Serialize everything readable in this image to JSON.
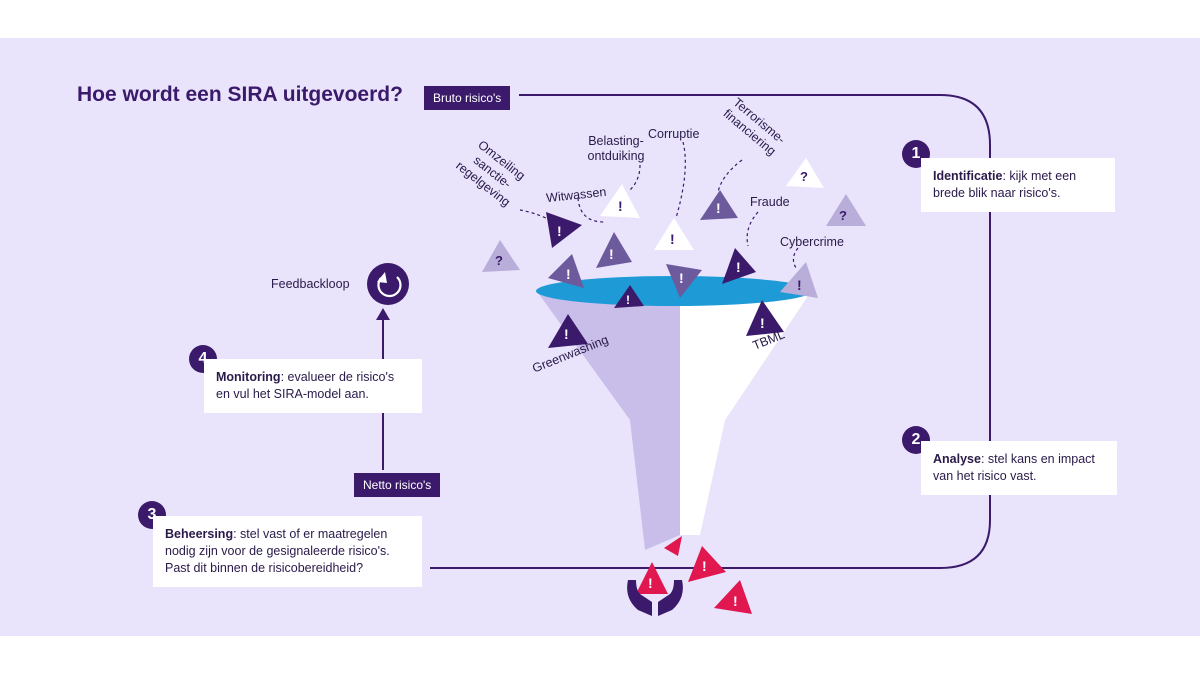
{
  "title": "Hoe wordt een SIRA uitgevoerd?",
  "tags": {
    "bruto": "Bruto risico's",
    "netto": "Netto risico's"
  },
  "feedback_label": "Feedbackloop",
  "steps": [
    {
      "number": "1",
      "heading": "Identificatie",
      "text": ": kijk met een brede blik naar risico's."
    },
    {
      "number": "2",
      "heading": "Analyse",
      "text": ": stel kans en impact van het risico vast."
    },
    {
      "number": "3",
      "heading": "Beheersing",
      "text": ": stel vast of er maatregelen nodig zijn voor de gesignaleerde risico's. Past dit binnen de risicobereidheid?"
    },
    {
      "number": "4",
      "heading": "Monitoring",
      "text": ": evalueer de risico's en vul het SIRA-model aan."
    }
  ],
  "risks": {
    "omzeiling": "Omzeiling sanctie- regelgeving",
    "witwassen": "Witwassen",
    "belasting": "Belasting- ontduiking",
    "corruptie": "Corruptie",
    "terrorisme": "Terrorisme- financiering",
    "fraude": "Fraude",
    "cybercrime": "Cybercrime",
    "greenwashing": "Greenwashing",
    "tbml": "TBML"
  },
  "icons": {
    "warning": "warning-triangle-icon",
    "question": "question-triangle-icon",
    "loop": "loop-icon",
    "hands": "hands-icon"
  },
  "colors": {
    "panel": "#e9e4fb",
    "dark_purple": "#3b1a6b",
    "mid_purple": "#6c5a9c",
    "light_purple": "#b9add9",
    "funnel_blue": "#1e9bd7",
    "red": "#e0184f"
  }
}
